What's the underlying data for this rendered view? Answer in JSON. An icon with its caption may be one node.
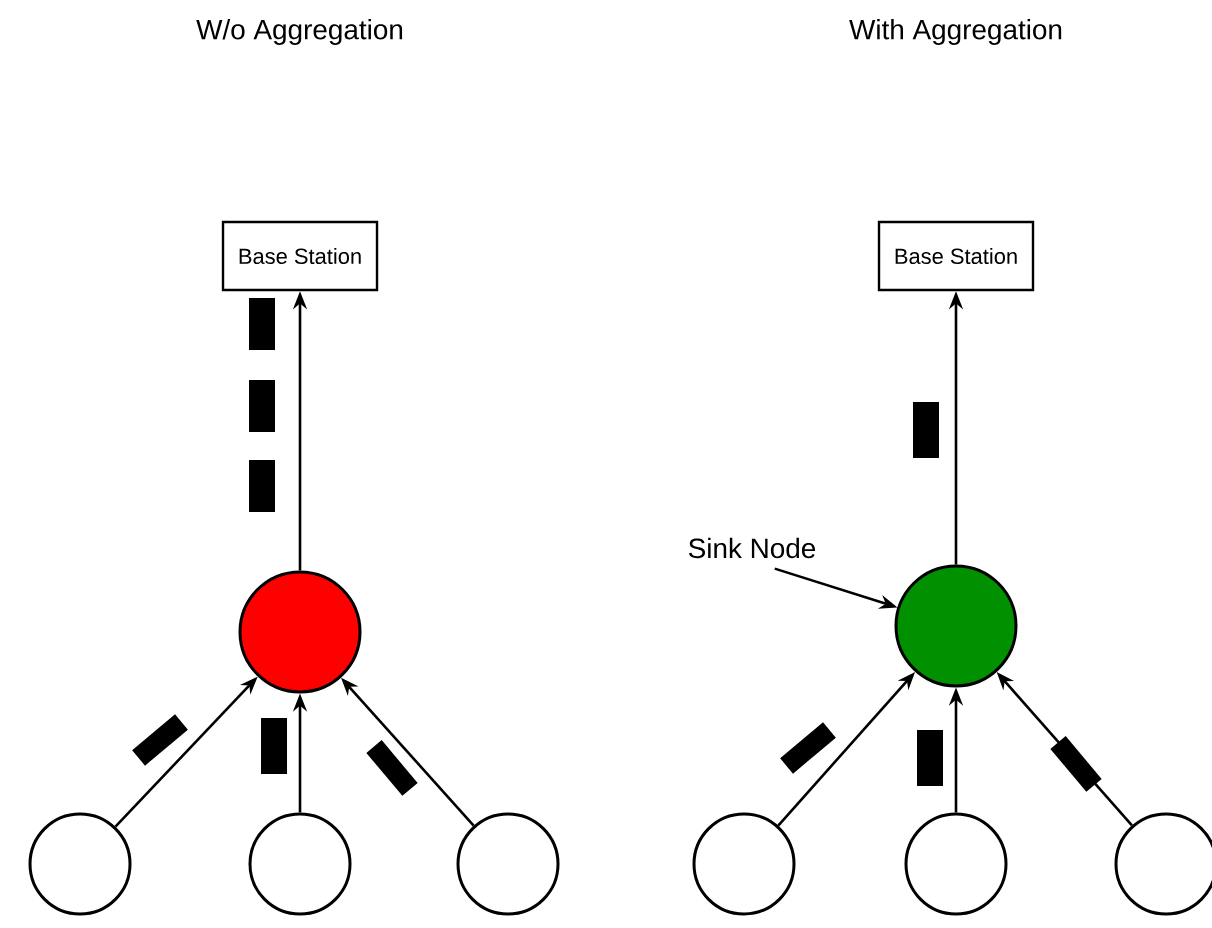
{
  "diagram": {
    "nodes": [
      {
        "text": [
          "Base Station"
        ]
      },
      {
        "text": [],
        "shape": "circle"
      },
      {
        "text": [],
        "shape": "circle"
      },
      {
        "text": [],
        "shape": "circle"
      },
      {
        "text": [],
        "shape": "circle"
      },
      {
        "text": [
          "Base Station"
        ]
      },
      {
        "text": [
          "Sink Node"
        ]
      },
      {
        "text": [],
        "shape": "circle"
      },
      {
        "text": [],
        "shape": "circle"
      },
      {
        "text": [],
        "shape": "circle"
      },
      {
        "text": [],
        "shape": "circle"
      }
    ],
    "edges": [
      {
        "from": 1,
        "to": 0,
        "arrow": "to"
      },
      {
        "from": 2,
        "to": 1,
        "arrow": "to"
      },
      {
        "from": 3,
        "to": 1,
        "arrow": "to"
      },
      {
        "from": 4,
        "to": 1,
        "arrow": "to"
      },
      {
        "from": 7,
        "to": 5,
        "arrow": "to"
      },
      {
        "from": 8,
        "to": 7,
        "arrow": "to"
      },
      {
        "from": 9,
        "to": 7,
        "arrow": "to"
      },
      {
        "from": 10,
        "to": 7,
        "arrow": "to"
      },
      {
        "from": 6,
        "to": 7,
        "arrow": "to"
      }
    ],
    "labels": [
      "W/o Aggregation",
      "With Aggregation"
    ]
  }
}
